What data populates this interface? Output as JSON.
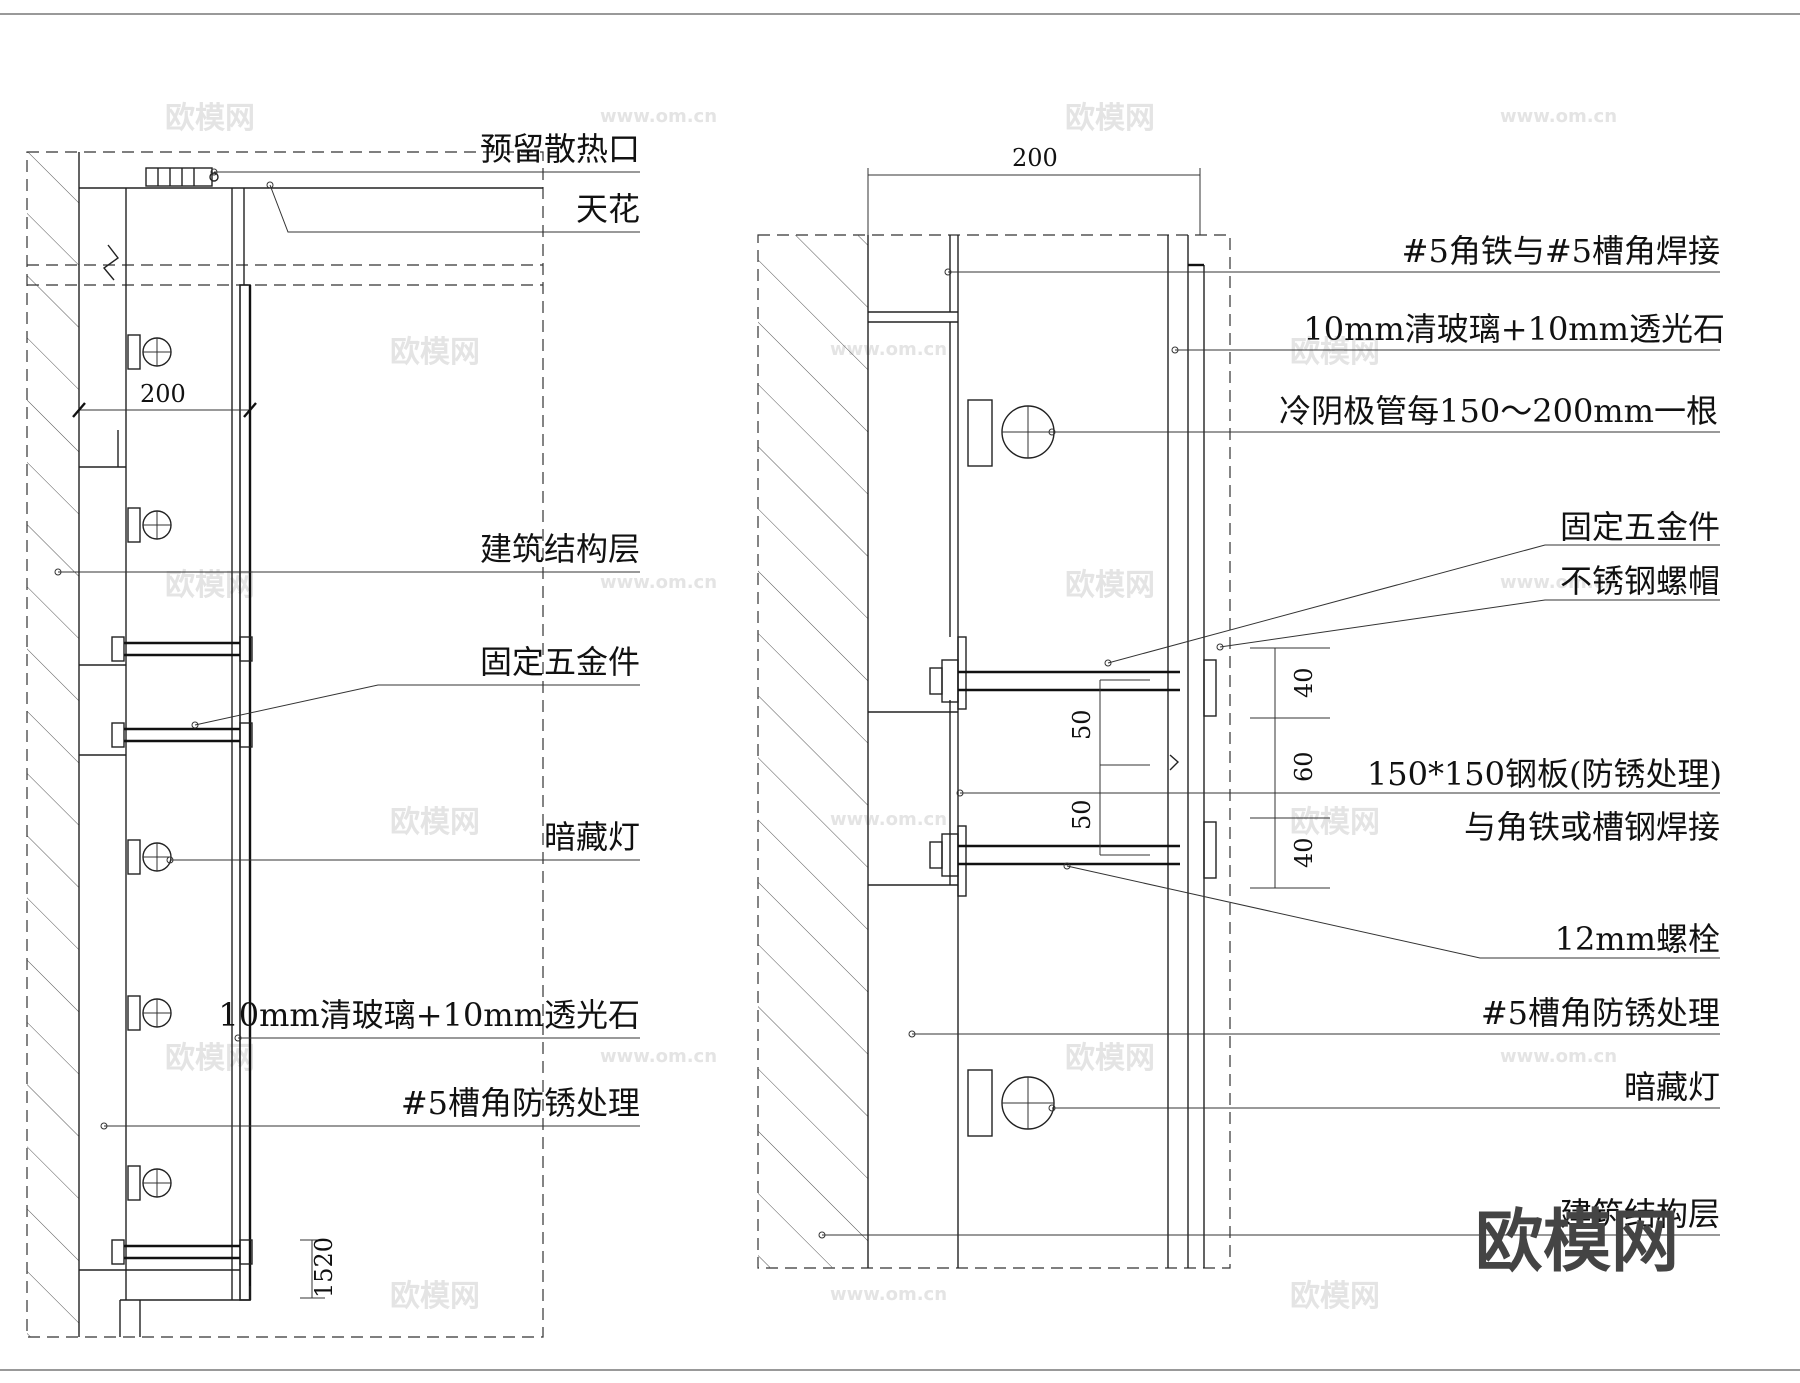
{
  "left_detail": {
    "labels": {
      "vent": "预留散热口",
      "ceiling": "天花",
      "structure": "建筑结构层",
      "hardware": "固定五金件",
      "hidden_light": "暗藏灯",
      "glass": "10mm清玻璃+10mm透光石",
      "channel": "#5槽角防锈处理"
    },
    "dims": {
      "width": "200",
      "bottom": "1520"
    }
  },
  "right_detail": {
    "labels": {
      "weld": "#5角铁与#5槽角焊接",
      "glass": "10mm清玻璃+10mm透光石",
      "tube": "冷阴极管每150～200mm一根",
      "hardware": "固定五金件",
      "nut": "不锈钢螺帽",
      "plate": "150*150钢板(防锈处理)",
      "plate_weld": "与角铁或槽钢焊接",
      "bolt": "12mm螺栓",
      "channel": "#5槽角防锈处理",
      "hidden_light": "暗藏灯",
      "structure": "建筑结构层"
    },
    "dims": {
      "width": "200",
      "a": "40",
      "b": "60",
      "c": "40",
      "d": "50",
      "e": "50"
    }
  },
  "watermark": {
    "logo": "欧模网",
    "small": "欧模网",
    "url": "www.om.cn"
  },
  "colors": {
    "line": "#222222",
    "watermark": "#e4e4e4",
    "logo": "#444444"
  }
}
